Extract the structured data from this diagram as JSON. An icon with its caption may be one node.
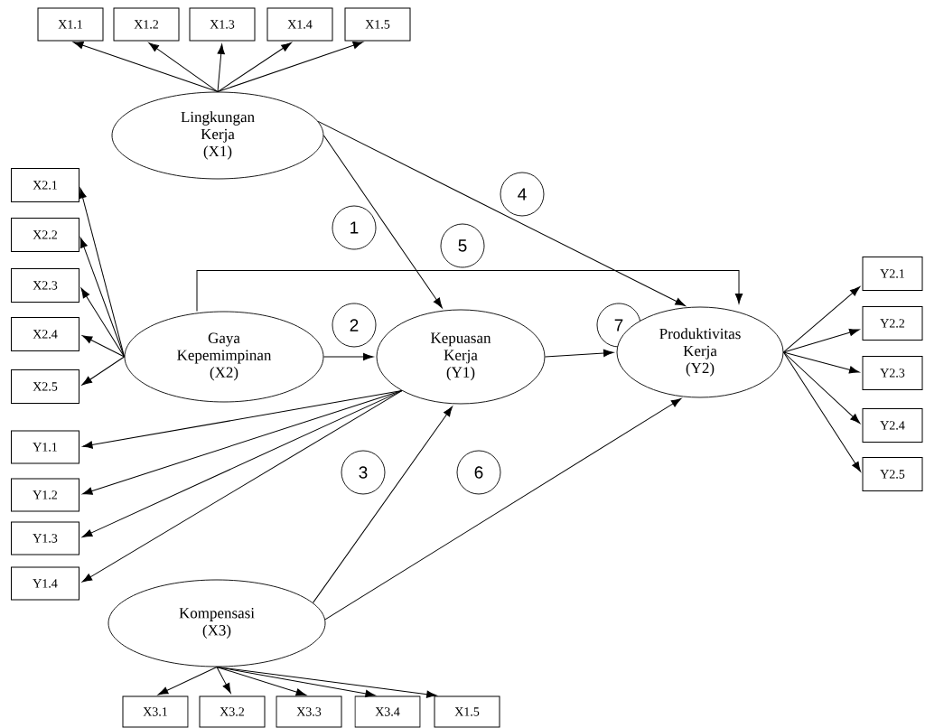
{
  "diagram": {
    "nodes": [
      {
        "text": [
          "X1.1"
        ]
      },
      {
        "text": [
          "X1.2"
        ]
      },
      {
        "text": [
          "X1.3"
        ]
      },
      {
        "text": [
          "X1.4"
        ]
      },
      {
        "text": [
          "X1.5"
        ]
      },
      {
        "text": [
          "Lingkungan Kerja (X1)"
        ]
      },
      {
        "text": [
          "X2.1"
        ]
      },
      {
        "text": [
          "X2.2"
        ]
      },
      {
        "text": [
          "X2.3"
        ]
      },
      {
        "text": [
          "X2.4"
        ]
      },
      {
        "text": [
          "X2.5"
        ]
      },
      {
        "text": [
          "4"
        ]
      },
      {
        "text": [
          "1"
        ]
      },
      {
        "text": [
          "5"
        ]
      },
      {
        "text": [
          "Y2.1"
        ]
      },
      {
        "text": [
          "Y2.2"
        ]
      },
      {
        "text": [
          "Y2.3"
        ]
      },
      {
        "text": [
          "Y2.4"
        ]
      },
      {
        "text": [
          "Y2.5"
        ]
      },
      {
        "text": [
          "Gaya Kepemimpinan (X2)"
        ]
      },
      {
        "text": [
          "2"
        ]
      },
      {
        "text": [
          "Kepuasan Kerja (Y1)"
        ]
      },
      {
        "text": [
          "7"
        ]
      },
      {
        "text": [
          "Produktivitas Kerja (Y2)"
        ]
      },
      {
        "text": [
          "Y1.1"
        ]
      },
      {
        "text": [
          "Y1.2"
        ]
      },
      {
        "text": [
          "Y1.3"
        ]
      },
      {
        "text": [
          "Y1.4"
        ]
      },
      {
        "text": [
          "3"
        ]
      },
      {
        "text": [
          "6"
        ]
      },
      {
        "text": [
          "Kompensasi (X3)"
        ]
      },
      {
        "text": [
          "X3.1"
        ]
      },
      {
        "text": [
          "X3.2"
        ]
      },
      {
        "text": [
          "X3.3"
        ]
      },
      {
        "text": [
          "X3.4"
        ]
      },
      {
        "text": [
          "X1.5"
        ]
      }
    ],
    "edges": [
      {
        "from": 5,
        "to": 0,
        "arrow": "to"
      },
      {
        "from": 5,
        "to": 1,
        "arrow": "to"
      },
      {
        "from": 5,
        "to": 2,
        "arrow": "to"
      },
      {
        "from": 5,
        "to": 3,
        "arrow": "to"
      },
      {
        "from": 5,
        "to": 4,
        "arrow": "to"
      },
      {
        "from": 19,
        "to": 6,
        "arrow": "to"
      },
      {
        "from": 19,
        "to": 7,
        "arrow": "to"
      },
      {
        "from": 19,
        "to": 8,
        "arrow": "to"
      },
      {
        "from": 19,
        "to": 9,
        "arrow": "to"
      },
      {
        "from": 19,
        "to": 10,
        "arrow": "to"
      },
      {
        "from": 21,
        "to": 24,
        "arrow": "to"
      },
      {
        "from": 21,
        "to": 25,
        "arrow": "to"
      },
      {
        "from": 21,
        "to": 26,
        "arrow": "to"
      },
      {
        "from": 21,
        "to": 27,
        "arrow": "to"
      },
      {
        "from": 23,
        "to": 14,
        "arrow": "to"
      },
      {
        "from": 23,
        "to": 15,
        "arrow": "to"
      },
      {
        "from": 23,
        "to": 16,
        "arrow": "to"
      },
      {
        "from": 23,
        "to": 17,
        "arrow": "to"
      },
      {
        "from": 23,
        "to": 18,
        "arrow": "to"
      },
      {
        "from": 30,
        "to": 31,
        "arrow": "to"
      },
      {
        "from": 30,
        "to": 32,
        "arrow": "to"
      },
      {
        "from": 30,
        "to": 33,
        "arrow": "to"
      },
      {
        "from": 30,
        "to": 34,
        "arrow": "to"
      },
      {
        "from": 30,
        "to": 35,
        "arrow": "to"
      },
      {
        "from": 5,
        "to": 21,
        "arrow": "to"
      },
      {
        "from": 5,
        "to": 23,
        "arrow": "to"
      },
      {
        "from": 19,
        "to": 21,
        "arrow": "to"
      },
      {
        "from": 19,
        "to": 23,
        "arrow": "to"
      },
      {
        "from": 30,
        "to": 21,
        "arrow": "to"
      },
      {
        "from": 30,
        "to": 23,
        "arrow": "to"
      },
      {
        "from": 21,
        "to": 23,
        "arrow": "to"
      }
    ]
  }
}
